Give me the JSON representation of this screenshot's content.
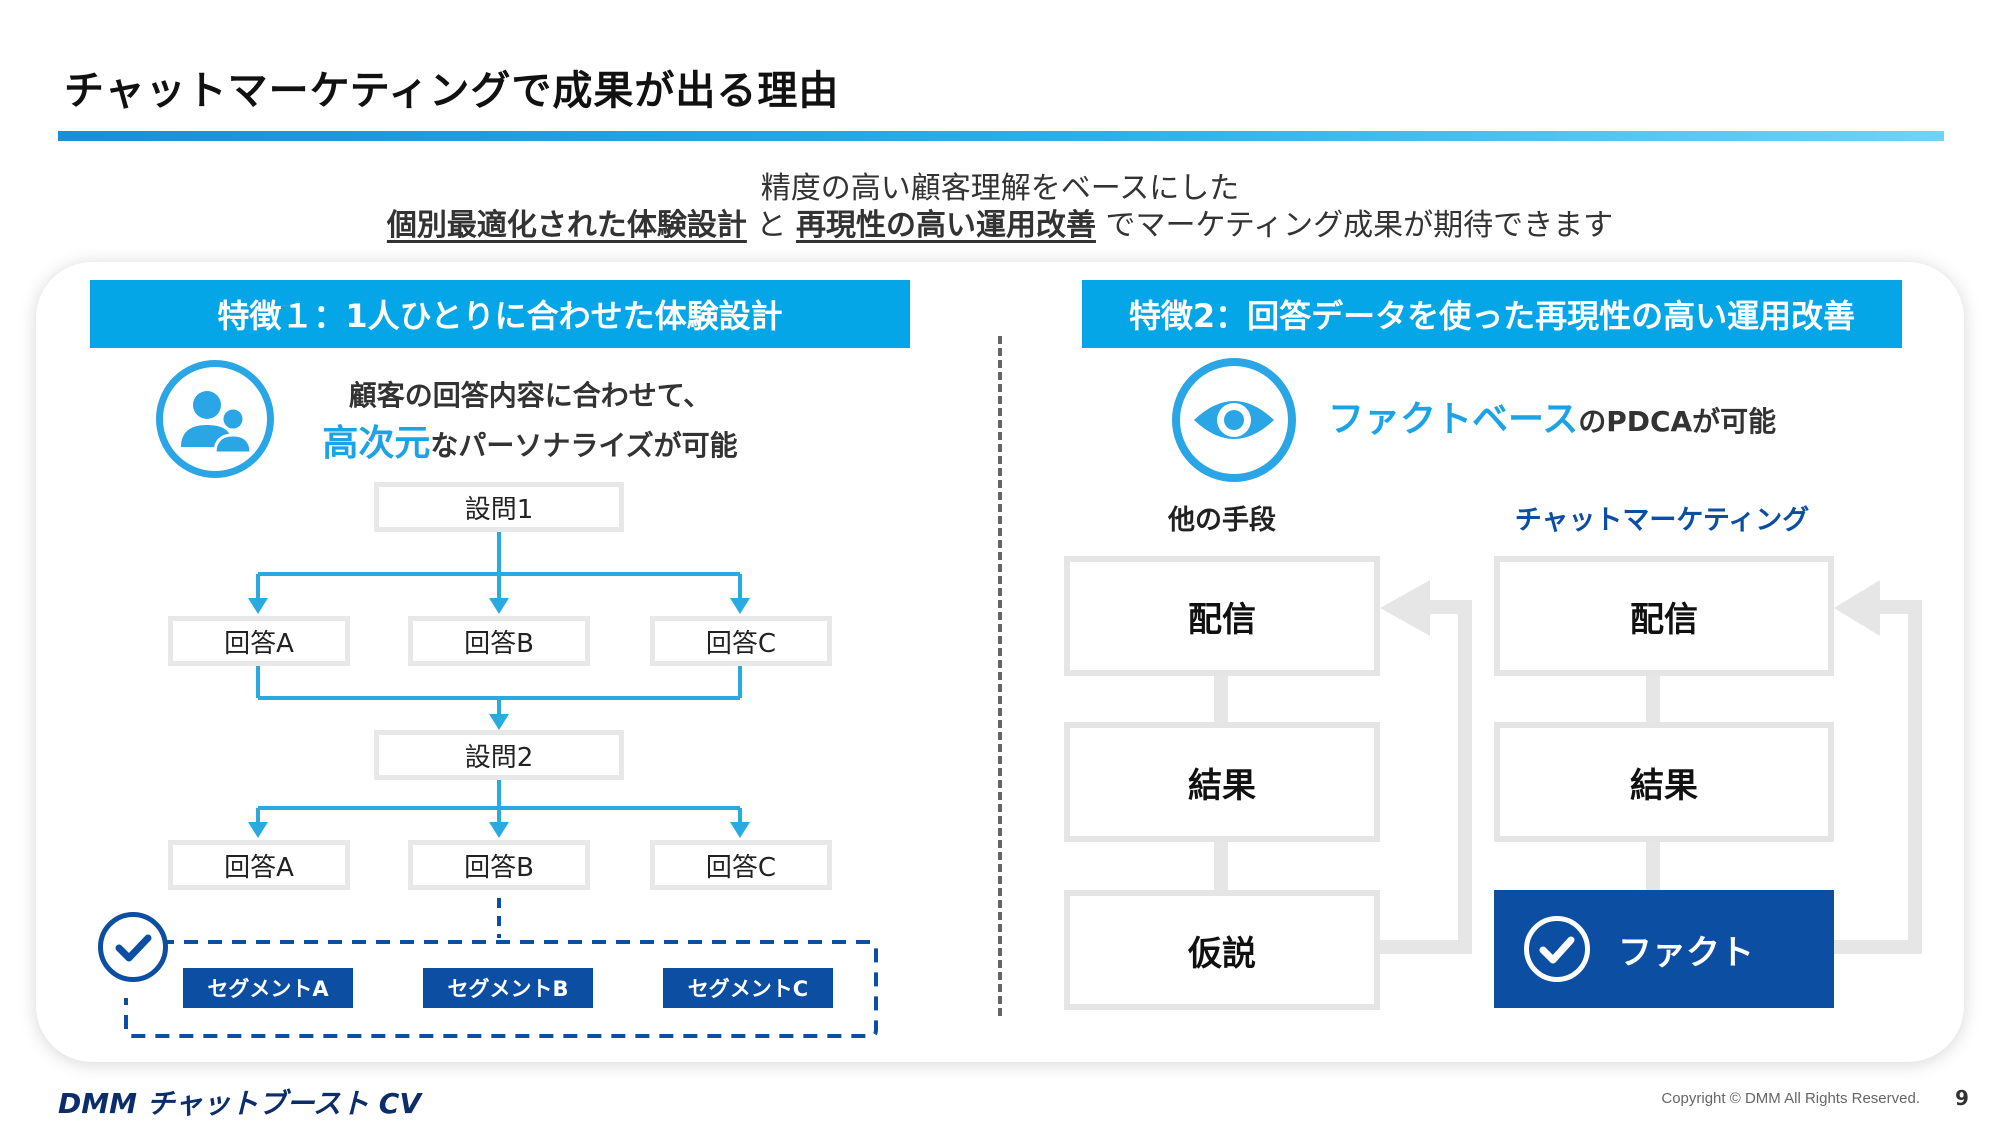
{
  "title": "チャットマーケティングで成果が出る理由",
  "subtitle": {
    "line1": "精度の高い顧客理解をベースにした",
    "emph1": "個別最適化された体験設計",
    "mid": " と ",
    "emph2": "再現性の高い運用改善",
    "tail": " でマーケティング成果が期待できます"
  },
  "left": {
    "header": "特徴１：1人ひとりに合わせた体験設計",
    "icon": "users-icon",
    "lead1": "顧客の回答内容に合わせて、",
    "lead_accent": "高次元",
    "lead2": "なパーソナライズが可能",
    "q1": "設問1",
    "q2": "設問2",
    "answers_row1": [
      "回答A",
      "回答B",
      "回答C"
    ],
    "answers_row2": [
      "回答A",
      "回答B",
      "回答C"
    ],
    "segments": [
      "セグメントA",
      "セグメントB",
      "セグメントC"
    ]
  },
  "right": {
    "header": "特徴2：回答データを使った再現性の高い運用改善",
    "icon": "eye-icon",
    "lead_accent": "ファクトベース",
    "lead_tail": "のPDCAが可能",
    "col_other": "他の手段",
    "col_chat": "チャットマーケティング",
    "other_steps": [
      "配信",
      "結果",
      "仮説"
    ],
    "chat_steps": [
      "配信",
      "結果",
      "ファクト"
    ]
  },
  "footer": {
    "logo": "DMM チャットブースト CV",
    "copyright": "Copyright © DMM All Rights Reserved.",
    "page": "9"
  },
  "colors": {
    "accent_blue": "#05a6e8",
    "navy": "#0b4ea2",
    "line_blue": "#29abe2"
  }
}
